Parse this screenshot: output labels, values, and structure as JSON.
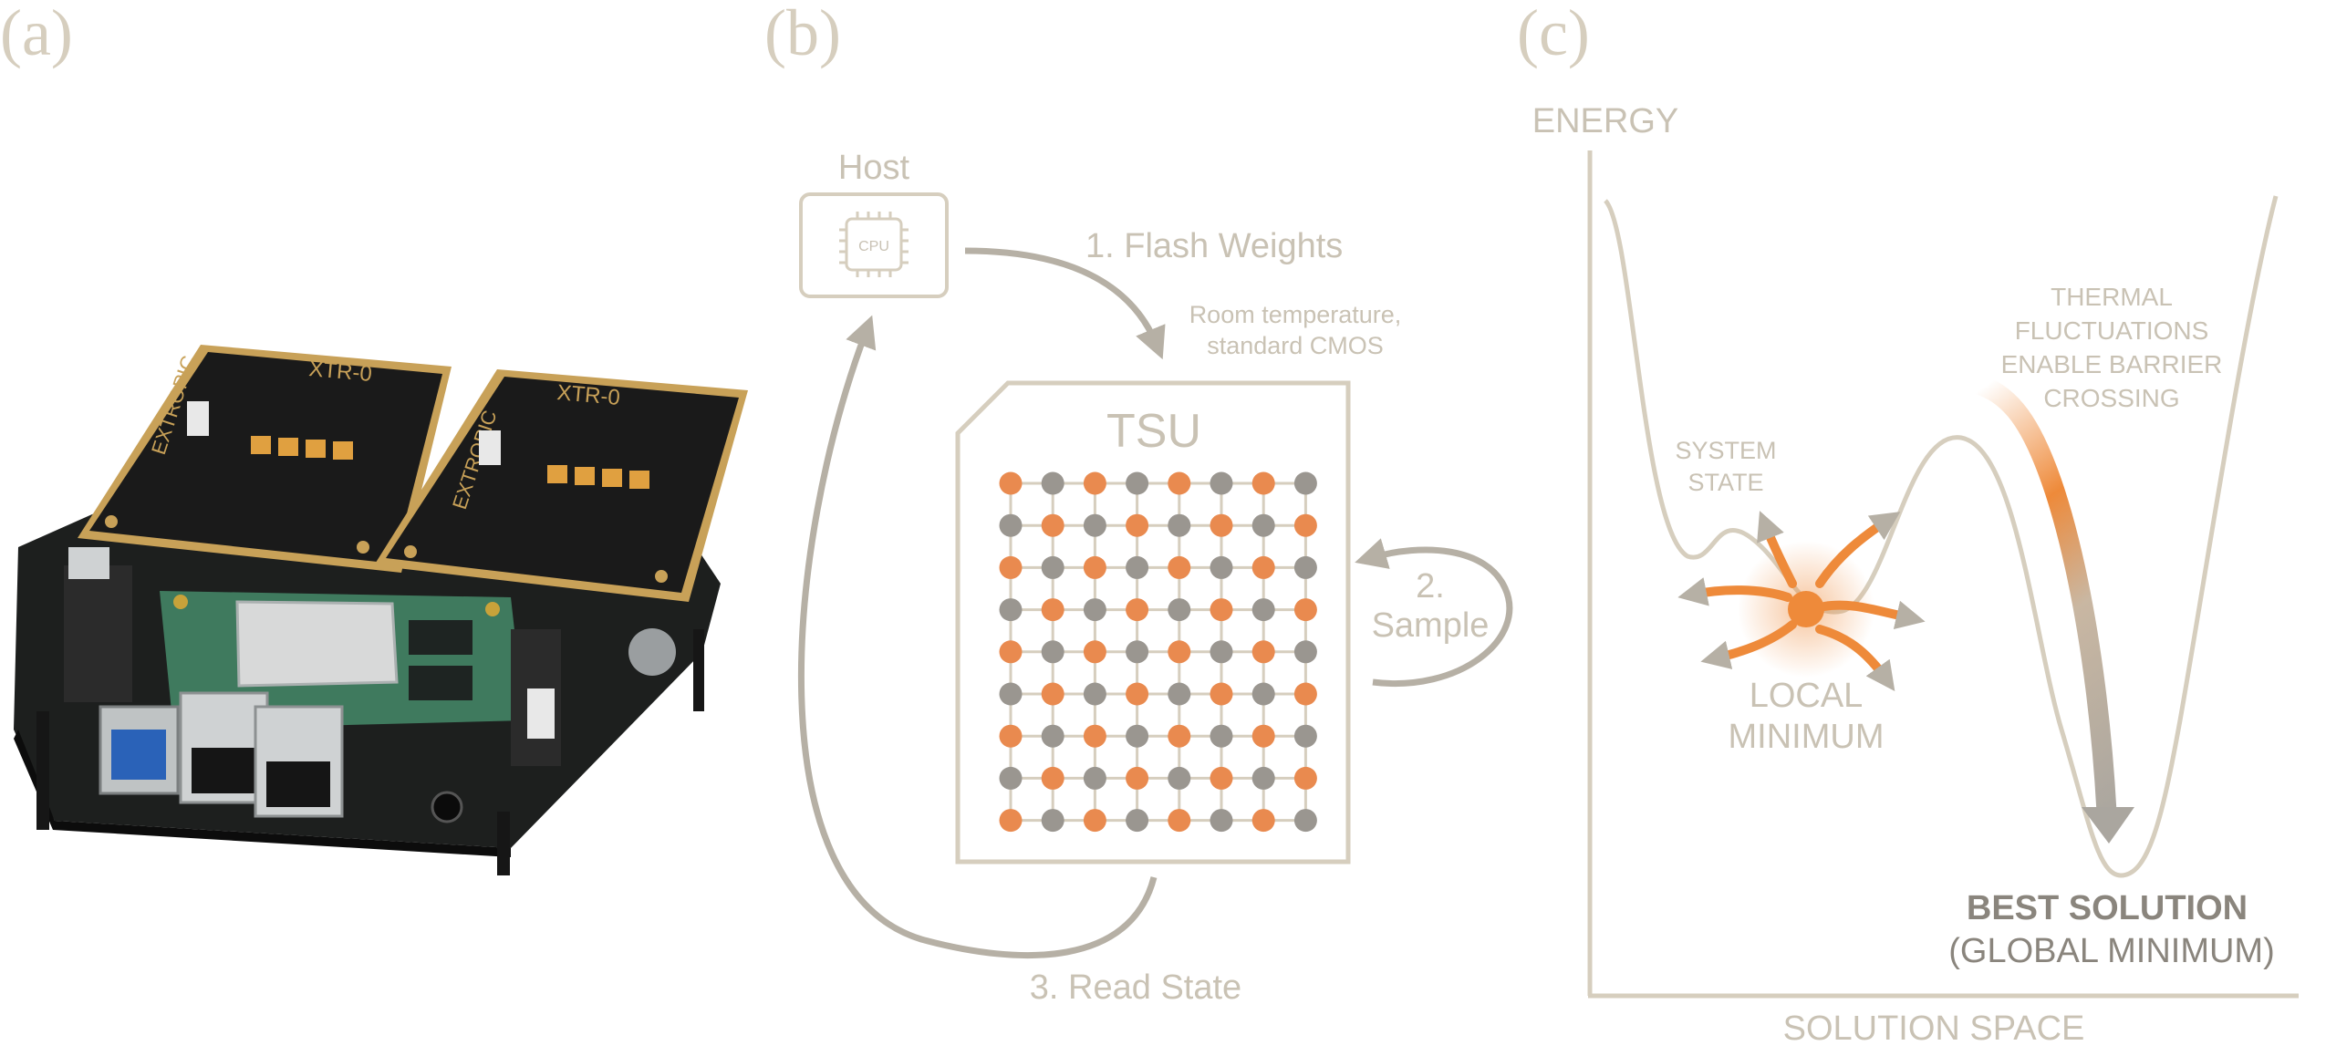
{
  "panels": {
    "a": "(a)",
    "b": "(b)",
    "c": "(c)"
  },
  "board": {
    "card_brand": "XTR-0",
    "card_logo": "EXTROPIC"
  },
  "loop": {
    "host_label": "Host",
    "cpu_label": "CPU",
    "step1": "1. Flash Weights",
    "note_line1": "Room temperature,",
    "note_line2": "standard CMOS",
    "tsu_label": "TSU",
    "step2_line1": "2.",
    "step2_line2": "Sample",
    "step3": "3. Read State"
  },
  "landscape": {
    "y_axis": "ENERGY",
    "x_axis": "SOLUTION SPACE",
    "system_state_line1": "SYSTEM",
    "system_state_line2": "STATE",
    "local_line1": "LOCAL",
    "local_line2": "MINIMUM",
    "thermal_line1": "THERMAL",
    "thermal_line2": "FLUCTUATIONS",
    "thermal_line3": "ENABLE BARRIER",
    "thermal_line4": "CROSSING",
    "best_line1": "BEST SOLUTION",
    "best_line2": "(GLOBAL MINIMUM)"
  },
  "colors": {
    "beige": "#d6cebe",
    "text_grey": "#c9c2b4",
    "arrow_grey": "#b6b0a5",
    "dark_grey": "#8a857d",
    "orange": "#ee8a3a",
    "node_grey": "#9a9690",
    "node_orange": "#e98a4f"
  },
  "tsu_grid": {
    "rows": 9,
    "cols": 8,
    "pattern": "checkerboard-orange-grey"
  }
}
